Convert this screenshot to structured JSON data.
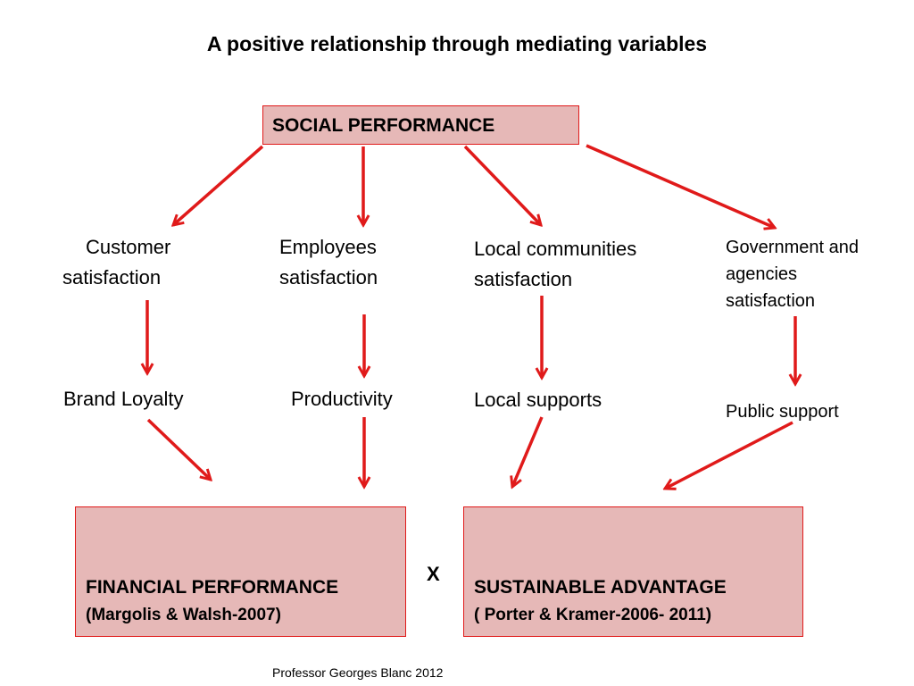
{
  "title": "A positive relationship through mediating variables",
  "top_box": {
    "label": "SOCIAL PERFORMANCE"
  },
  "mediators": {
    "customer": {
      "line1": "Customer",
      "line2": "satisfaction"
    },
    "employees": {
      "line1": "Employees",
      "line2": "satisfaction"
    },
    "communities": {
      "line1": "Local communities",
      "line2": "satisfaction"
    },
    "government": {
      "line1": "Government and",
      "line2": "agencies",
      "line3": "satisfaction"
    }
  },
  "outcomes": {
    "brand": "Brand Loyalty",
    "productivity": "Productivity",
    "local_supports": "Local supports",
    "public_support": "Public support"
  },
  "financial_box": {
    "title": "FINANCIAL PERFORMANCE",
    "citation": "(Margolis & Walsh-2007)"
  },
  "sustainable_box": {
    "title": "SUSTAINABLE ADVANTAGE",
    "citation": "( Porter & Kramer-2006- 2011)"
  },
  "operator": "X",
  "footer": "Professor Georges Blanc 2012",
  "colors": {
    "arrow": "#e01a1a",
    "box_fill": "#e6b8b7",
    "box_border": "#e01a1a"
  }
}
